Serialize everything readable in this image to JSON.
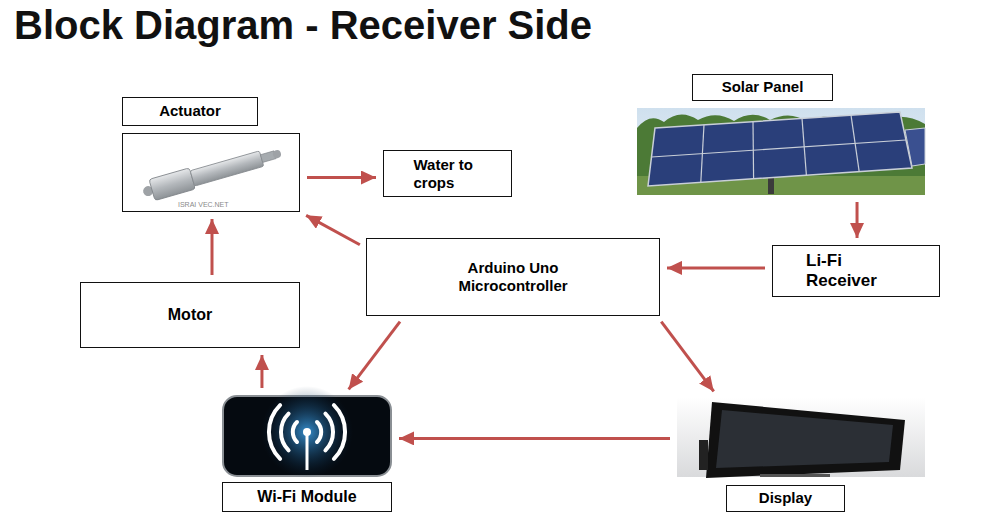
{
  "diagram": {
    "title": "Block Diagram - Receiver Side",
    "nodes": [
      {
        "text": [
          "Actuator"
        ]
      },
      {
        "text": [
          "Water to crops"
        ]
      },
      {
        "text": [
          "Solar Panel"
        ]
      },
      {
        "text": [
          "Arduino Uno Microcontroller"
        ]
      },
      {
        "text": [
          "Li-Fi Receiver"
        ]
      },
      {
        "text": [
          "Motor"
        ]
      },
      {
        "text": [
          "Wi-Fi Module"
        ]
      },
      {
        "text": [
          "Display"
        ]
      }
    ],
    "edges": [
      {
        "from": 0,
        "to": 1,
        "arrow": "to"
      },
      {
        "from": 2,
        "to": 4,
        "arrow": "to"
      },
      {
        "from": 4,
        "to": 3,
        "arrow": "to"
      },
      {
        "from": 3,
        "to": 0,
        "arrow": "to"
      },
      {
        "from": 5,
        "to": 0,
        "arrow": "to"
      },
      {
        "from": 3,
        "to": 6,
        "arrow": "to"
      },
      {
        "from": 3,
        "to": 7,
        "arrow": "to"
      },
      {
        "from": 7,
        "to": 6,
        "arrow": "to"
      },
      {
        "from": 6,
        "to": 5,
        "arrow": "to"
      }
    ],
    "labels": [
      "ISRAI VEC.NET"
    ]
  }
}
